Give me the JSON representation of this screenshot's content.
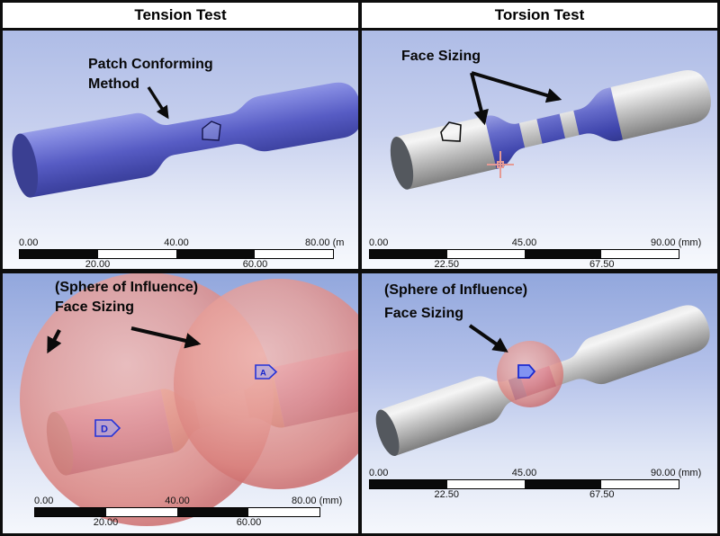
{
  "headers": {
    "left": "Tension Test",
    "right": "Torsion Test"
  },
  "panels": {
    "tension_mesh": {
      "annotation_line1": "Patch Conforming",
      "annotation_line2": "Method",
      "scalebar": {
        "start": "0.00",
        "mid": "40.00",
        "end": "80.00 (m",
        "q1": "20.00",
        "q3": "60.00"
      }
    },
    "torsion_mesh": {
      "annotation_line1": "Face Sizing",
      "scalebar": {
        "start": "0.00",
        "mid": "45.00",
        "end": "90.00 (mm)",
        "q1": "22.50",
        "q3": "67.50"
      }
    },
    "tension_sphere": {
      "annotation_line1": "(Sphere of Influence)",
      "annotation_line2": "Face Sizing",
      "tag_left": "D",
      "tag_right": "A",
      "scalebar": {
        "start": "0.00",
        "mid": "40.00",
        "end": "80.00 (mm)",
        "q1": "20.00",
        "q3": "60.00"
      }
    },
    "torsion_sphere": {
      "annotation_line1": "(Sphere of Influence)",
      "annotation_line2": "Face Sizing",
      "scalebar": {
        "start": "0.00",
        "mid": "45.00",
        "end": "90.00 (mm)",
        "q1": "22.50",
        "q3": "67.50"
      }
    }
  },
  "colors": {
    "specimen_blue": "#575CC4",
    "specimen_gray": "#BDBDBD",
    "face_sizing_blue": "#4046AE",
    "sphere_red": "#E79F99",
    "influenced_face_magenta": "#9A3B81",
    "fillet_orange": "#C96F50",
    "tag_blue": "#2433D8",
    "crosshair_pink": "#E59A94",
    "viewport_gradient_top": "#9FB0E0",
    "viewport_gradient_bottom": "#F6F8FC",
    "header_background": "#FFFFFF",
    "border": "#0D0D0D"
  }
}
